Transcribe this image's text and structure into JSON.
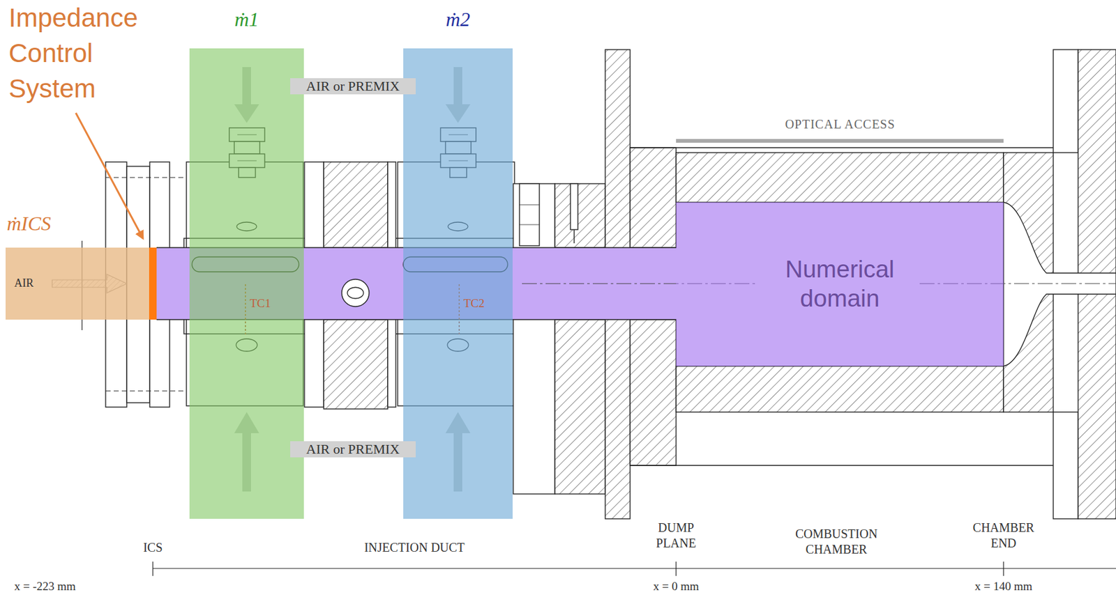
{
  "diagram": {
    "nodes": [
      {
        "text": [
          "ṁICS",
          "AIR"
        ]
      },
      {
        "text": [
          "ṁ1"
        ]
      },
      {
        "text": [
          "ṁ2"
        ]
      },
      {
        "text": [
          "Numerical domain"
        ]
      }
    ],
    "labels": [
      "Impedance Control System",
      "AIR or PREMIX",
      "OPTICAL ACCESS",
      "TC1",
      "TC2",
      "AIR or PREMIX",
      "ICS",
      "INJECTION DUCT",
      "DUMP PLANE",
      "COMBUSTION CHAMBER",
      "CHAMBER END",
      "x = -223 mm",
      "x = 0 mm",
      "x = 140 mm"
    ]
  }
}
